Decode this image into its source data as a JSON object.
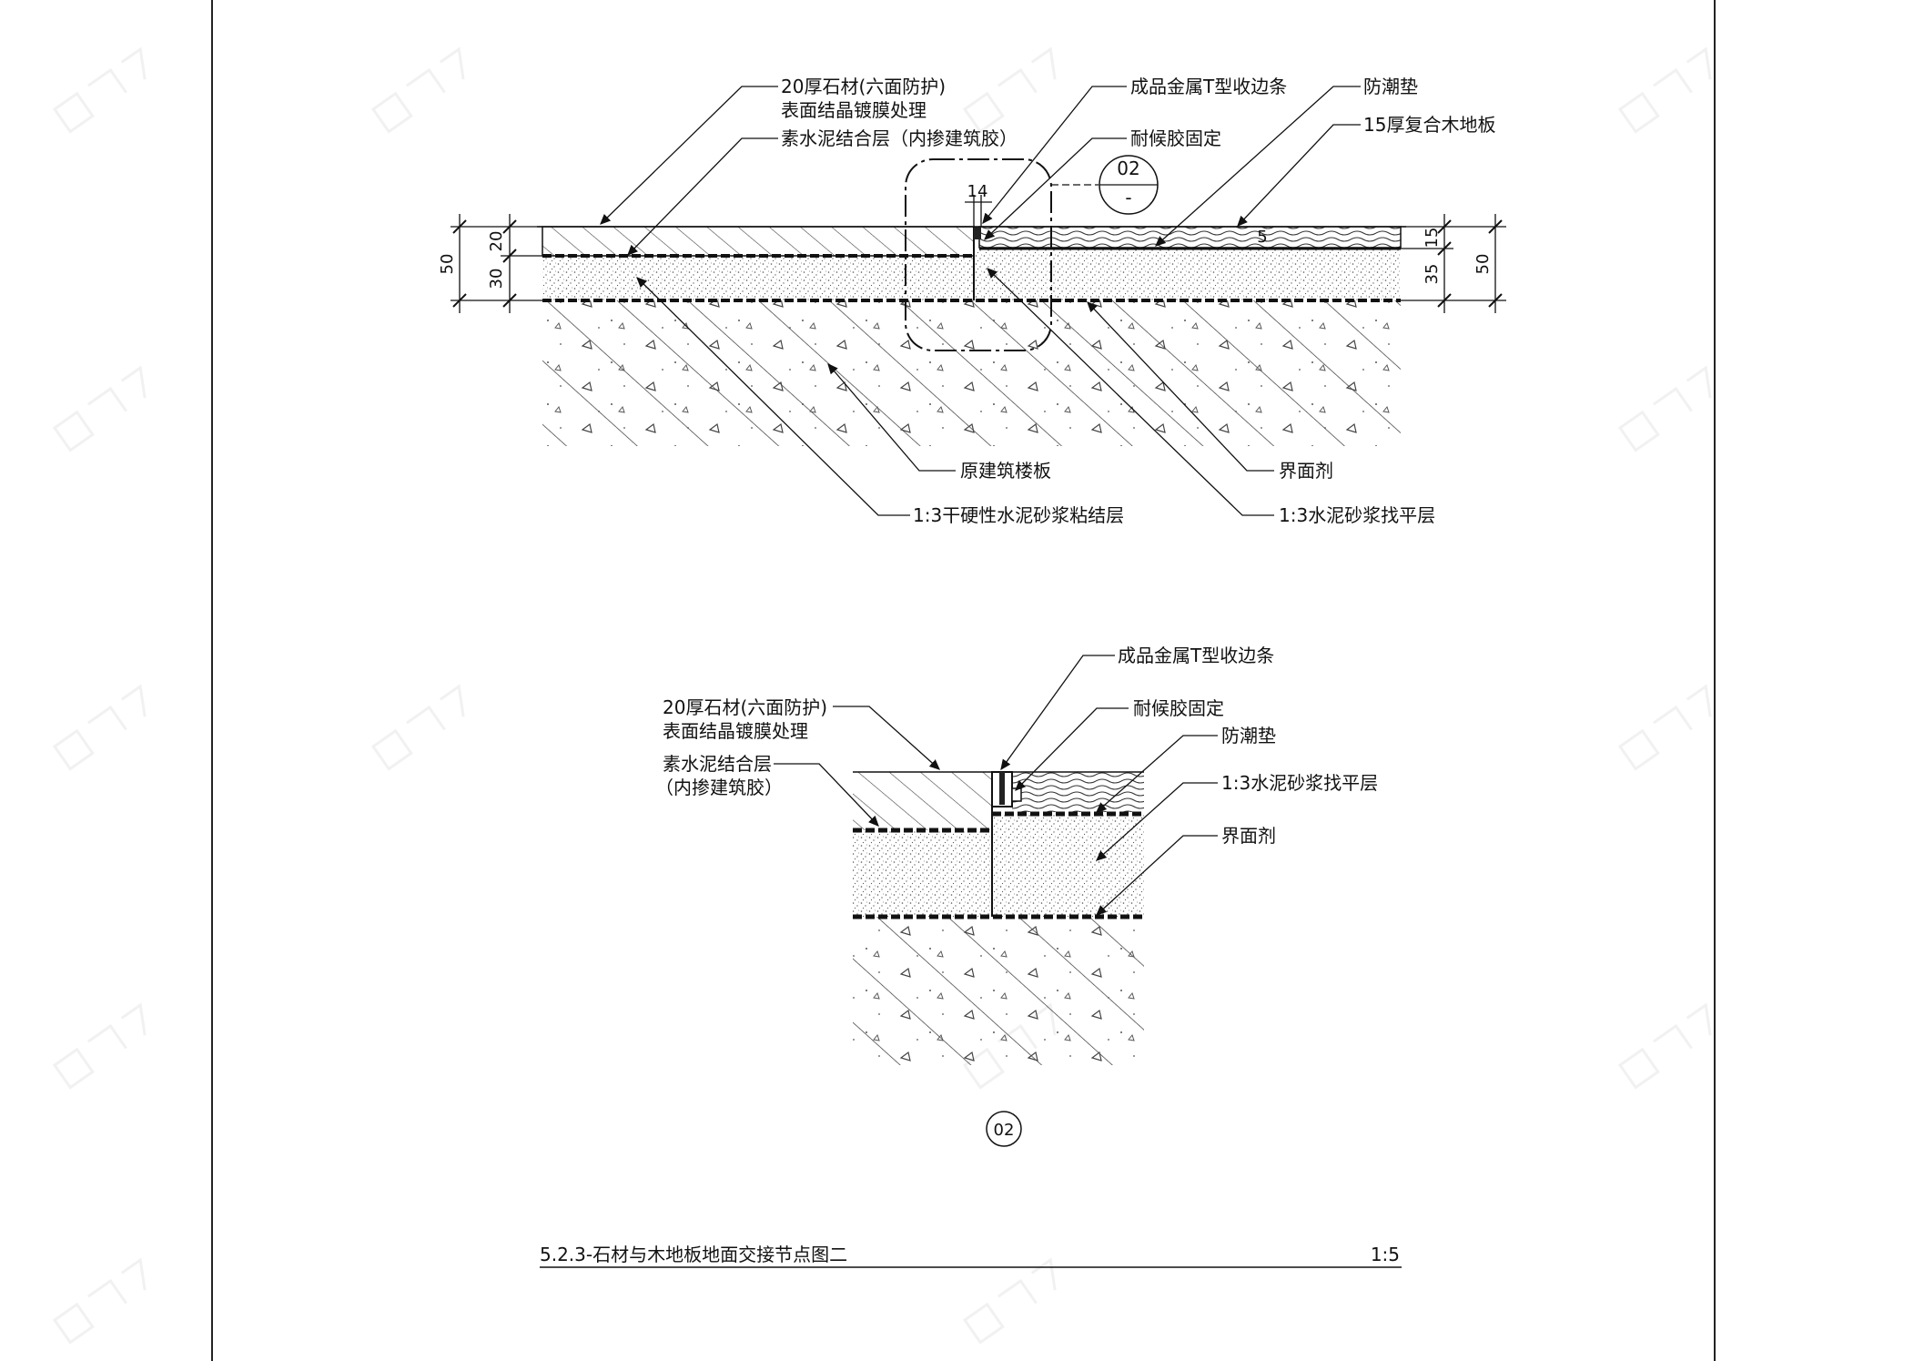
{
  "detail_1": {
    "labels": {
      "stone": "20厚石材(六面防护)",
      "stone_finish": "表面结晶镀膜处理",
      "cement_bond": "素水泥结合层（内掺建筑胶）",
      "t_strip": "成品金属T型收边条",
      "moisture_pad": "防潮垫",
      "sealant": "耐候胶固定",
      "wood_floor": "15厚复合木地板",
      "slab": "原建筑楼板",
      "dry_mortar": "1:3干硬性水泥砂浆粘结层",
      "interface_agent": "界面剂",
      "leveling": "1:3水泥砂浆找平层"
    },
    "dimensions": {
      "left_total": "50",
      "left_top": "20",
      "left_bottom": "30",
      "gap": "14",
      "wood_gap": "5",
      "right_top": "15",
      "right_bottom": "35",
      "right_total": "50"
    },
    "callout": {
      "number": "02",
      "sheet": "-"
    }
  },
  "detail_2": {
    "labels": {
      "stone": "20厚石材(六面防护)",
      "stone_finish": "表面结晶镀膜处理",
      "cement_bond": "素水泥结合层",
      "cement_bond_note": "（内掺建筑胶）",
      "t_strip": "成品金属T型收边条",
      "sealant": "耐候胶固定",
      "moisture_pad": "防潮垫",
      "leveling": "1:3水泥砂浆找平层",
      "interface_agent": "界面剂"
    },
    "tag": "02"
  },
  "title_block": {
    "title": "5.2.3-石材与木地板地面交接节点图二",
    "scale": "1:5"
  }
}
